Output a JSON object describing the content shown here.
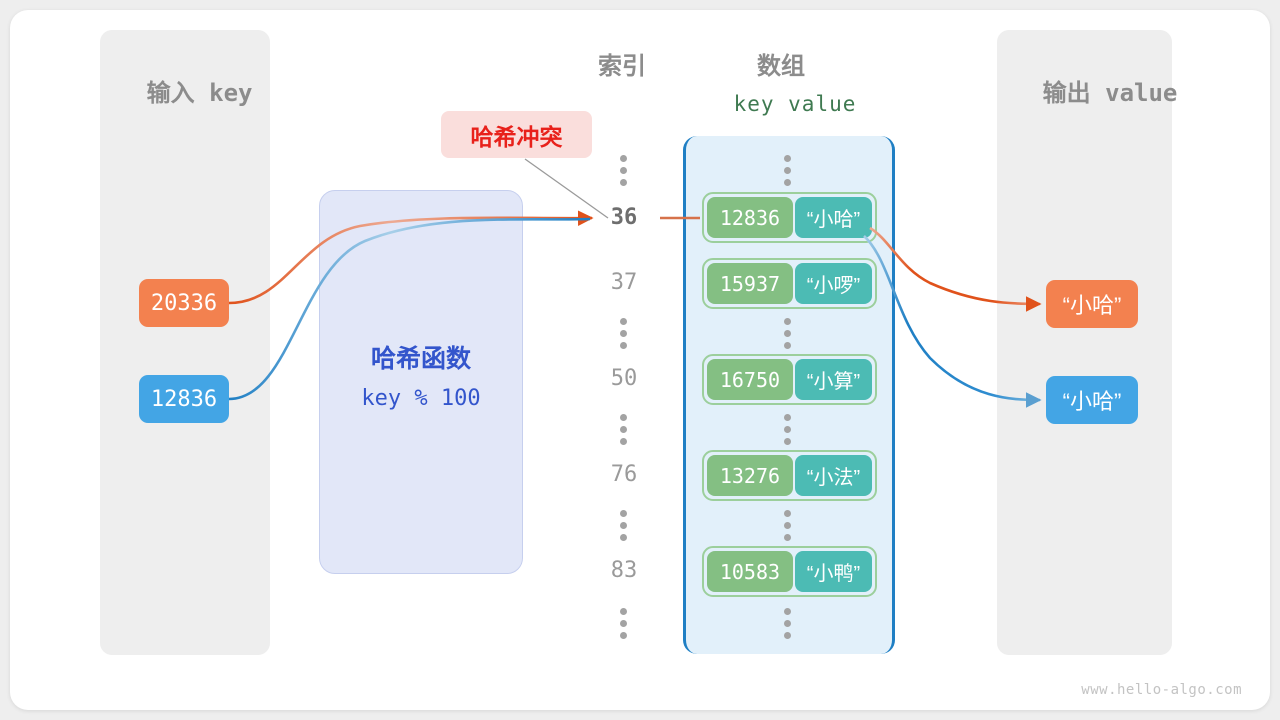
{
  "titles": {
    "input_panel": "输入 key",
    "output_panel": "输出 value",
    "index_column": "索引",
    "array_column": "数组",
    "kv_header": "key  value"
  },
  "hash_function": {
    "name": "哈希函数",
    "formula": "key % 100"
  },
  "collision": {
    "label": "哈希冲突"
  },
  "input_keys": [
    {
      "value": "20336",
      "color": "#f3814f"
    },
    {
      "value": "12836",
      "color": "#43a5e5"
    }
  ],
  "output_values": [
    {
      "value": "“小哈”",
      "color": "#f3814f"
    },
    {
      "value": "“小哈”",
      "color": "#43a5e5"
    }
  ],
  "array": {
    "indices": [
      "36",
      "37",
      "50",
      "76",
      "83"
    ],
    "highlight_index": "36",
    "entries": [
      {
        "index": "36",
        "key": "12836",
        "value": "“小哈”"
      },
      {
        "index": "37",
        "key": "15937",
        "value": "“小啰”"
      },
      {
        "index": "50",
        "key": "16750",
        "value": "“小算”"
      },
      {
        "index": "76",
        "key": "13276",
        "value": "“小法”"
      },
      {
        "index": "83",
        "key": "10583",
        "value": "“小鸭”"
      }
    ]
  },
  "watermark": "www.hello-algo.com",
  "colors": {
    "orange": "#f3814f",
    "orange_arrow": "#e0521b",
    "blue": "#43a5e5",
    "blue_arrow": "#1f7fc4",
    "key_green": "#84bf83",
    "value_teal": "#4cbbb4",
    "cell_border": "#9ccf9c",
    "array_fill": "#e2f0fa",
    "hash_fill": "#e2e7f8",
    "hash_text": "#3355cc",
    "collision_red": "#e8211b",
    "collision_bg": "#fadedc",
    "panel_gray": "#eeeeee",
    "title_gray": "#8c8c8c"
  }
}
